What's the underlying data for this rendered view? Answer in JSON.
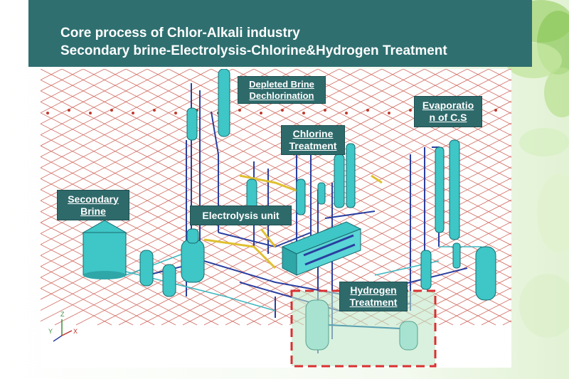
{
  "title": {
    "line1": "Core process of Chlor-Alkali industry",
    "line2": "Secondary brine-Electrolysis-Chlorine&Hydrogen Treatment"
  },
  "labels": {
    "depleted_brine": [
      "Depleted Brine",
      "Dechlorination"
    ],
    "evaporation": [
      "Evaporatio",
      "n of C.S"
    ],
    "chlorine": [
      "Chlorine",
      "Treatment"
    ],
    "secondary_brine": [
      "Secondary",
      "Brine"
    ],
    "electrolysis": "Electrolysis unit",
    "hydrogen": [
      "Hydrogen",
      "Treatment"
    ]
  },
  "axis": {
    "z": "Z",
    "y": "Y",
    "x": "X"
  },
  "colors": {
    "header": "#2f6f70",
    "label_bg": "#2f6a6b",
    "grid": "#c0392b",
    "equipment": "#3fc6c6",
    "pipe_blue": "#2a3f9f",
    "pipe_yellow": "#e0c030",
    "highlight": "#d93030"
  }
}
